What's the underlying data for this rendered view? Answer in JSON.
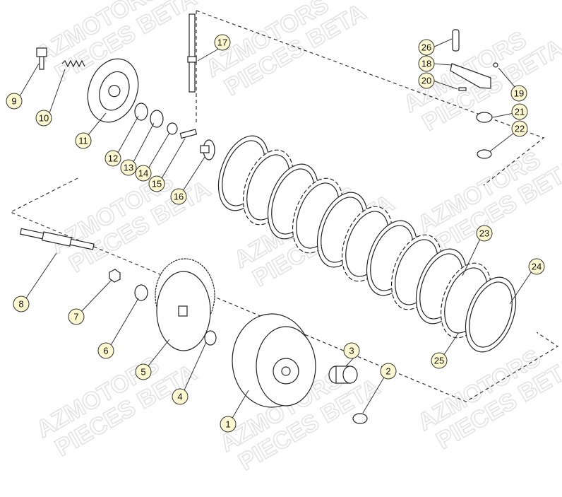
{
  "watermark": {
    "line1": "AZMOTORS",
    "line2": "PIECES BETA"
  },
  "callouts": [
    "1",
    "2",
    "3",
    "4",
    "5",
    "6",
    "7",
    "8",
    "9",
    "10",
    "11",
    "12",
    "13",
    "14",
    "15",
    "16",
    "17",
    "18",
    "19",
    "20",
    "21",
    "22",
    "23",
    "24",
    "25",
    "26"
  ],
  "colors": {
    "callout_fill": "#fdf8cf",
    "outline": "#222222",
    "watermark": "#e2e2e2"
  }
}
